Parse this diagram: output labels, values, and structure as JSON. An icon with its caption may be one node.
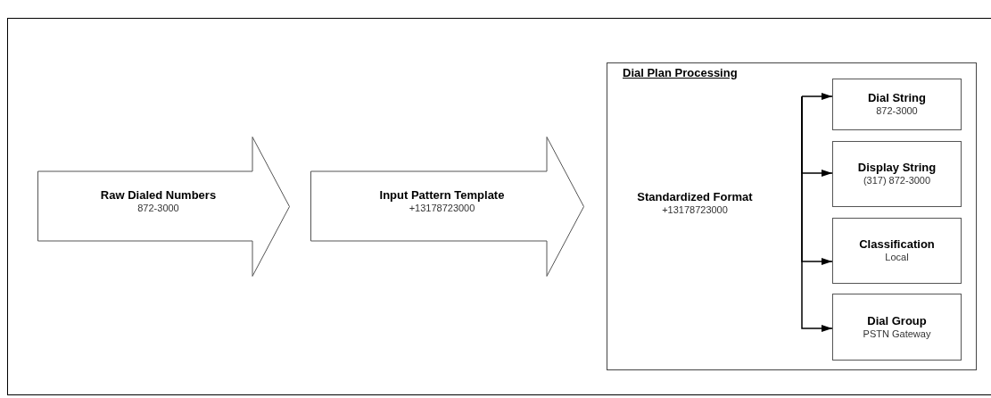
{
  "diagram": {
    "nodes": [
      {
        "text": [
          "Raw Dialed Numbers",
          "872-3000"
        ]
      },
      {
        "text": [
          "Input Pattern Template",
          "+13178723000"
        ]
      },
      {
        "text": [
          "Dial Plan Processing"
        ]
      },
      {
        "text": [
          "Standardized Format",
          "+13178723000"
        ],
        "in": 2
      },
      {
        "text": [
          "Dial String",
          "872-3000"
        ],
        "in": 2
      },
      {
        "text": [
          "Display String",
          "(317) 872-3000"
        ],
        "in": 2
      },
      {
        "text": [
          "Classification",
          "Local"
        ],
        "in": 2
      },
      {
        "text": [
          "Dial Group",
          "PSTN Gateway"
        ],
        "in": 2
      }
    ],
    "edges": [
      {
        "from": null,
        "to": 4,
        "arrow": "to"
      },
      {
        "from": null,
        "to": 5,
        "arrow": "to"
      },
      {
        "from": null,
        "to": 6,
        "arrow": "to"
      },
      {
        "from": null,
        "to": 7,
        "arrow": "to"
      }
    ]
  }
}
